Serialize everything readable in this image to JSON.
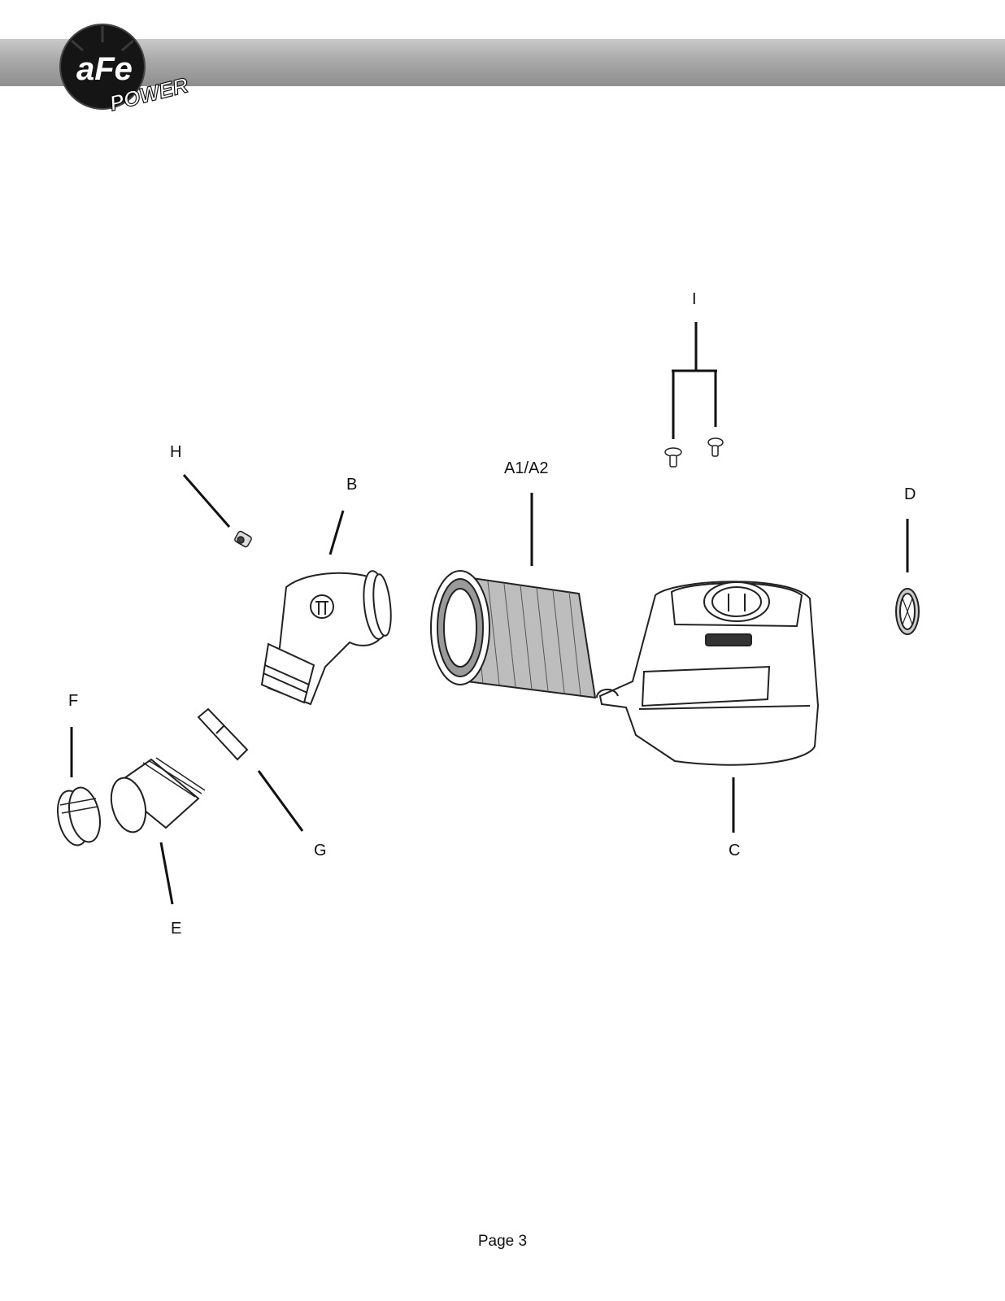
{
  "header": {
    "logo_letters": "aFe",
    "logo_word": "POWER"
  },
  "callouts": {
    "I": "I",
    "H": "H",
    "B": "B",
    "A": "A1/A2",
    "D": "D",
    "F": "F",
    "G": "G",
    "C": "C",
    "E": "E"
  },
  "footer": {
    "page": "Page 3"
  }
}
